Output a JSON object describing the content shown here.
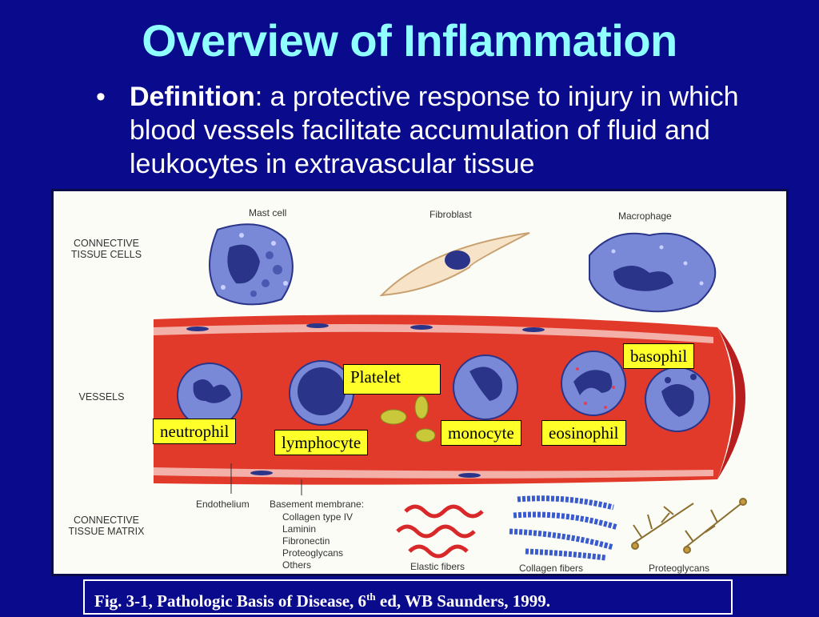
{
  "slide": {
    "title": "Overview of Inflammation",
    "bullet_symbol": "•",
    "bullet_term": "Definition",
    "bullet_text": ": a protective response to injury in which blood vessels facilitate accumulation of fluid and leukocytes in extravascular tissue"
  },
  "figure": {
    "section_labels": {
      "connective_tissue_cells": "CONNECTIVE TISSUE CELLS",
      "vessels": "VESSELS",
      "connective_tissue_matrix": "CONNECTIVE TISSUE MATRIX"
    },
    "cell_labels": {
      "mast_cell": "Mast cell",
      "fibroblast": "Fibroblast",
      "macrophage": "Macrophage"
    },
    "matrix_labels": {
      "endothelium": "Endothelium",
      "basement_membrane": "Basement membrane:",
      "basement_items": [
        "Collagen type IV",
        "Laminin",
        "Fibronectin",
        "Proteoglycans",
        "Others"
      ],
      "elastic_fibers": "Elastic fibers",
      "collagen_fibers": "Collagen fibers",
      "proteoglycans": "Proteoglycans"
    },
    "callouts": {
      "basophil": "basophil",
      "platelet": "Platelet",
      "neutrophil": "neutrophil",
      "lymphocyte": "lymphocyte",
      "monocyte": "monocyte",
      "eosinophil": "eosinophil"
    }
  },
  "caption": {
    "prefix": "Fig. 3-1, Pathologic Basis of Disease, 6",
    "superscript": "th",
    "suffix": " ed, WB Saunders, 1999."
  },
  "colors": {
    "background": "#0a0a8c",
    "title": "#8fffff",
    "callout": "#ffff2a",
    "vessel_red": "#e23a2a",
    "cell_blue": "#7a88d8",
    "nucleus": "#2a3488"
  }
}
